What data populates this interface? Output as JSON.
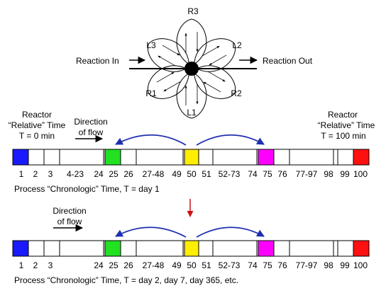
{
  "flower": {
    "petal_labels": [
      "R3",
      "L3",
      "L2",
      "R1",
      "R2",
      "L1"
    ],
    "reaction_in": "Reaction In",
    "reaction_out": "Reaction Out"
  },
  "left_note": {
    "line1": "Reactor",
    "line2": "“Relative” Time",
    "line3": "T = 0 min"
  },
  "right_note": {
    "line1": "Reactor",
    "line2": "“Relative” Time",
    "line3": "T = 100 min"
  },
  "direction_label": {
    "line1": "Direction",
    "line2": "of flow"
  },
  "strip1": {
    "labels": [
      "1",
      "2",
      "3",
      "4-23",
      "24",
      "25",
      "26",
      "27-48",
      "49",
      "50",
      "51",
      "52-73",
      "74",
      "75",
      "76",
      "77-97",
      "98",
      "99",
      "100"
    ],
    "caption": "Process “Chronologic” Time, T = day 1"
  },
  "strip2": {
    "labels": [
      "1",
      "2",
      "3",
      "24",
      "25",
      "26",
      "27-48",
      "49",
      "50",
      "51",
      "52-73",
      "74",
      "75",
      "76",
      "77-97",
      "98",
      "99",
      "100"
    ],
    "caption": "Process “Chronologic” Time, T = day 2, day 7, day 365, etc."
  },
  "colors": {
    "blue": "#1a1aff",
    "green": "#22e022",
    "yellow": "#ffee00",
    "magenta": "#ff00ff",
    "red": "#ff1010",
    "arc": "#1f2fb0",
    "down_arrow": "#cc1010"
  }
}
